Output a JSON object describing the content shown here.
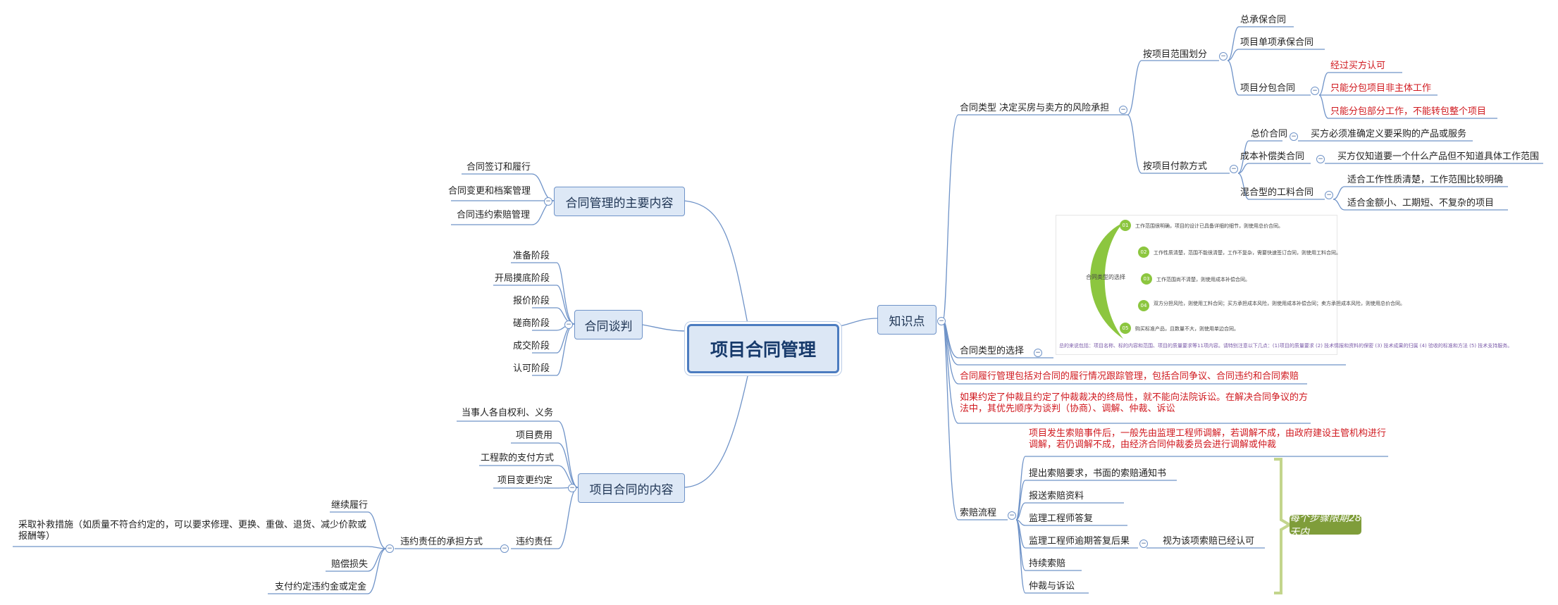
{
  "root": "项目合同管理",
  "hub": "知识点",
  "left": {
    "main_content": {
      "title": "合同管理的主要内容",
      "items": [
        "合同签订和履行",
        "合同变更和档案管理",
        "合同违约索赔管理"
      ]
    },
    "negotiation": {
      "title": "合同谈判",
      "items": [
        "准备阶段",
        "开局摸底阶段",
        "报价阶段",
        "磋商阶段",
        "成交阶段",
        "认可阶段"
      ]
    },
    "contract_content": {
      "title": "项目合同的内容",
      "items": [
        "当事人各自权利、义务",
        "项目费用",
        "工程款的支付方式",
        "项目变更约定"
      ],
      "breach": "违约责任",
      "breach_methods": "违约责任的承担方式",
      "methods": [
        "继续履行",
        "采取补救措施（如质量不符合约定的，可以要求修理、更换、重做、退货、减少价款或报酬等）",
        "赔偿损失",
        "支付约定违约金或定金"
      ]
    }
  },
  "right": {
    "types": {
      "title": "合同类型 决定买房与卖方的风险承担",
      "by_scope": {
        "label": "按项目范围划分",
        "items": [
          "总承保合同",
          "项目单项承保合同",
          "项目分包合同"
        ],
        "sub_notes": [
          "经过买方认可",
          "只能分包项目非主体工作",
          "只能分包部分工作，不能转包整个项目"
        ]
      },
      "by_payment": {
        "label": "按项目付款方式",
        "total_price": "总价合同",
        "total_price_note": "买方必须准确定义要采购的产品或服务",
        "cost_plus": "成本补偿类合同",
        "cost_plus_note": "买方仅知道要一个什么产品但不知道具体工作范围",
        "mixed": "混合型的工料合同",
        "mixed_notes": [
          "适合工作性质清楚，工作范围比较明确",
          "适合金额小、工期短、不复杂的项目"
        ]
      }
    },
    "selection": {
      "label": "合同类型的选择",
      "image_title": "合同类型的选择",
      "image_rows": [
        "工作范围很明确，项目的设计已具备详细的细节，则使用总价合同。",
        "工作性质清楚，范围不能很清楚，工作不复杂，需要快速签订合同，则使用工料合同。",
        "工作范围尚不清楚，则使用成本补偿合同。",
        "双方分担风险，则使用工料合同；买方承担成本风险，则使用成本补偿合同；卖方承担成本风险，则使用总价合同。",
        "购买标准产品，且数量不大，则使用单边合同。"
      ],
      "image_footer": "总的来说包括：项目名称、标的内容和范围、项目的质量要求等11项内容。请特别注意以下几点：(1)项目的质量要求 (2) 技术情报和资料的保密 (3) 技术成果的归属 (4) 验收的标准和方法 (5) 技术支持服务。"
    },
    "performance": "合同履行管理包括对合同的履行情况跟踪管理，包括合同争议、合同违约和合同索赔",
    "arbitration": "如果约定了仲裁且约定了仲裁裁决的终局性，就不能向法院诉讼。在解决合同争议的方法中，其优先顺序为谈判（协商）、调解、仲裁、诉讼",
    "claim": {
      "label": "索赔流程",
      "intro": "项目发生索赔事件后，一般先由监理工程师调解，若调解不成，由政府建设主管机构进行调解，若仍调解不成，由经济合同仲裁委员会进行调解或仲裁",
      "steps": [
        "提出索赔要求，书面的索赔通知书",
        "报送索赔资料",
        "监理工程师答复",
        "监理工程师逾期答复后果",
        "持续索赔",
        "仲裁与诉讼"
      ],
      "consequence": "视为该项索赔已经认可",
      "summary": "每个步骤限期28天内"
    }
  },
  "colors": {
    "line": "#6f93c8",
    "red": "#d0191f",
    "summary": "#7f9d3a",
    "bracket": "#c3d58c",
    "embed_arc": "#8cc63f"
  }
}
